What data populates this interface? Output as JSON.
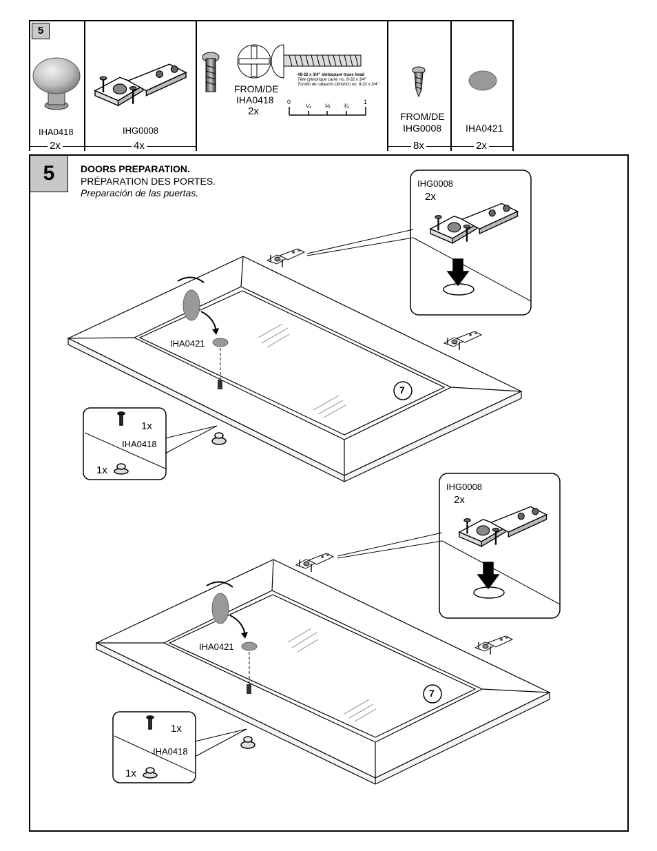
{
  "parts": {
    "step": "5",
    "knob": {
      "code": "IHA0418",
      "qty": "2x"
    },
    "hinge": {
      "code": "IHG0008",
      "qty": "4x"
    },
    "truss_screw": {
      "from_line1": "FROM/DE",
      "from_line2": "IHA0418",
      "qty": "2x",
      "spec_line1": "#8-32 x 3/4\" slotsquare truss head",
      "spec_line2": "Tête cylindrique carré, no. 8-32 x 3/4\"",
      "spec_line3": "Tornillo de cabezón cilíndrico no. 8-32 x 3/4\"",
      "ruler": [
        "0",
        "¼",
        "½",
        "¾",
        "1"
      ]
    },
    "wood_screw": {
      "from_line1": "FROM/DE",
      "from_line2": "IHG0008",
      "qty": "8x"
    },
    "bumper": {
      "code": "IHA0421",
      "qty": "2x"
    }
  },
  "step_section": {
    "number": "5",
    "title_en": "DOORS PREPARATION.",
    "title_fr": "PRÉPARATION DES PORTES.",
    "title_es": "Preparación de las puertas."
  },
  "door_top": {
    "callout_hinge_code": "IHG0008",
    "callout_hinge_qty": "2x",
    "bumper_label": "IHA0421",
    "part_number": "7",
    "knob_callout_screw_qty": "1x",
    "knob_callout_code": "IHA0418",
    "knob_callout_knob_qty": "1x"
  },
  "door_bottom": {
    "callout_hinge_code": "IHG0008",
    "callout_hinge_qty": "2x",
    "bumper_label": "IHA0421",
    "part_number": "7",
    "knob_callout_screw_qty": "1x",
    "knob_callout_code": "IHA0418",
    "knob_callout_knob_qty": "1x"
  },
  "colors": {
    "step_box": "#c8c8c8",
    "bumper": "#999999",
    "line": "#000000"
  }
}
